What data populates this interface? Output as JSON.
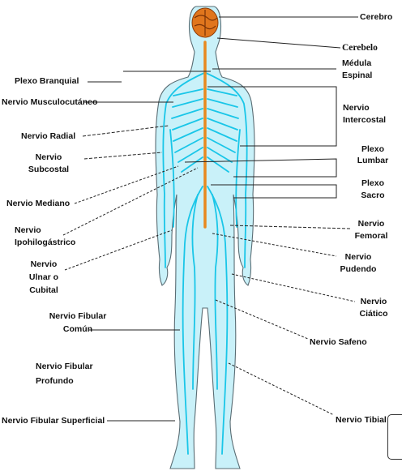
{
  "labels": {
    "cerebro": "Cerebro",
    "cerebelo": "Cerebelo",
    "medula_1": "Médula",
    "medula_2": "Espinal",
    "plexo_branquial": "Plexo Branquial",
    "musculocutaneo": "Nervio Musculocutáneo",
    "intercostal_1": "Nervio",
    "intercostal_2": "Intercostal",
    "radial": "Nervio Radial",
    "lumbar_1": "Plexo",
    "lumbar_2": "Lumbar",
    "subcostal_1": "Nervio",
    "subcostal_2": "Subcostal",
    "sacro_1": "Plexo",
    "sacro_2": "Sacro",
    "mediano": "Nervio Mediano",
    "femoral_1": "Nervio",
    "femoral_2": "Femoral",
    "ipo_1": "Nervio",
    "ipo_2": "Ipohilogástrico",
    "pudendo_1": "Nervio",
    "pudendo_2": "Pudendo",
    "ulnar_1": "Nervio",
    "ulnar_2": "Ulnar o",
    "ulnar_3": "Cubital",
    "ciatico_1": "Nervio",
    "ciatico_2": "Ciático",
    "fib_comun_1": "Nervio Fibular",
    "fib_comun_2": "Común",
    "safeno": "Nervio Safeno",
    "fib_prof_1": "Nervio Fibular",
    "fib_prof_2": "Profundo",
    "fib_sup": "Nervio Fibular Superficial",
    "tibial": "Nervio Tibial"
  },
  "colors": {
    "nerve": "#19c6e8",
    "skin": "#c9f1f9",
    "brain": "#e0761d",
    "spine": "#e8891f",
    "outline": "#5a6d74",
    "leader": "#222222"
  }
}
